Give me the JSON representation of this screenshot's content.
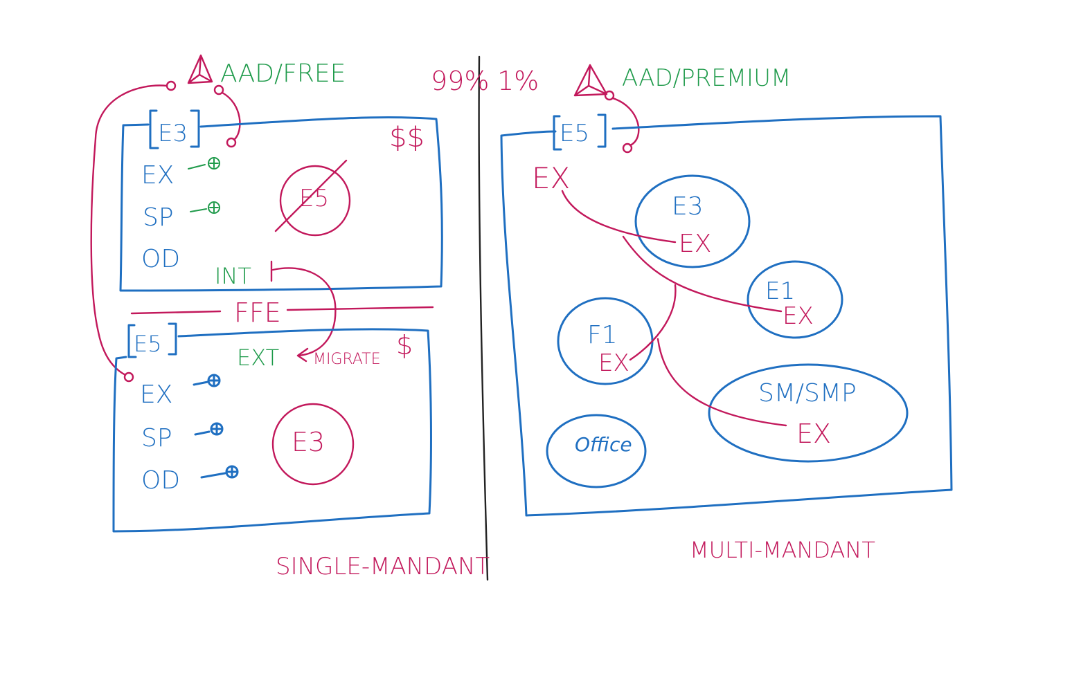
{
  "colors": {
    "blue": "#1f6fc1",
    "magenta": "#c2185b",
    "green": "#1e9a4a",
    "divider": "#222222"
  },
  "left": {
    "aad": "AAD/FREE",
    "percent": "99%",
    "upper_box": {
      "tag": "E3",
      "cost": "$$",
      "items": [
        "EX",
        "SP",
        "OD"
      ],
      "crossed": "E5",
      "int": "INT"
    },
    "ffe": "FFE",
    "lower_box": {
      "tag": "E5",
      "cost": "$",
      "items": [
        "EX",
        "SP",
        "OD"
      ],
      "circle": "E3",
      "ext": "EXT",
      "migrate": "MIGRATE"
    },
    "footer": "SINGLE-MANDANT"
  },
  "right": {
    "aad": "AAD/PREMIUM",
    "percent": "1%",
    "box_tag": "E5",
    "ex": "EX",
    "bubbles": {
      "e3": {
        "title": "E3",
        "sub": "EX"
      },
      "e1": {
        "title": "E1",
        "sub": "EX"
      },
      "f1": {
        "title": "F1",
        "sub": "EX"
      },
      "sm": {
        "title": "SM/SMP",
        "sub": "EX"
      },
      "office": {
        "title": "Office"
      }
    },
    "footer": "MULTI-MANDANT"
  }
}
